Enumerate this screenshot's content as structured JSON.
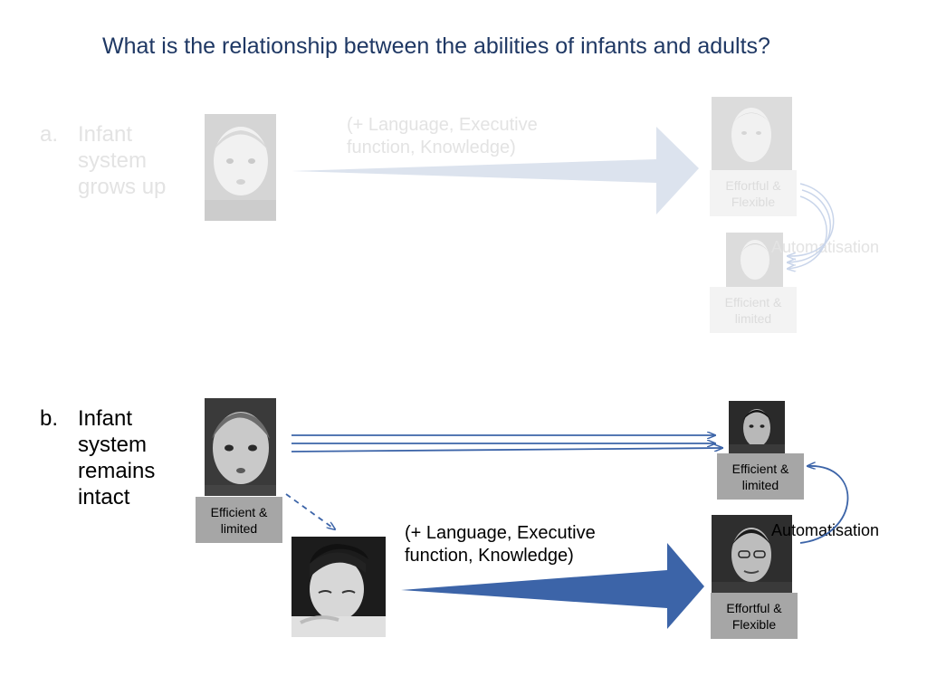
{
  "title": "What is the relationship between the abilities of infants and adults?",
  "option_a": {
    "letter": "a.",
    "line1": "Infant",
    "line2": "system",
    "line3": "grows up",
    "arrow_note_line1": "(+ Language, Executive",
    "arrow_note_line2": "function, Knowledge)",
    "top_box_line1": "Effortful &",
    "top_box_line2": "Flexible",
    "bottom_box_line1": "Efficient &",
    "bottom_box_line2": "limited",
    "curve_label": "Automatisation"
  },
  "option_b": {
    "letter": "b.",
    "line1": "Infant",
    "line2": "system",
    "line3": "remains",
    "line4": "intact",
    "infant_box_line1": "Efficient &",
    "infant_box_line2": "limited",
    "arrow_note_line1": "(+ Language, Executive",
    "arrow_note_line2": "function, Knowledge)",
    "top_box_line1": "Efficient &",
    "top_box_line2": "limited",
    "bottom_box_line1": "Effortful &",
    "bottom_box_line2": "Flexible",
    "curve_label": "Automatisation"
  },
  "colors": {
    "title": "#1f3864",
    "arrow_strong": "#3c64a8",
    "arrow_faded": "#dce3ee",
    "label_box": "#a6a6a6"
  }
}
